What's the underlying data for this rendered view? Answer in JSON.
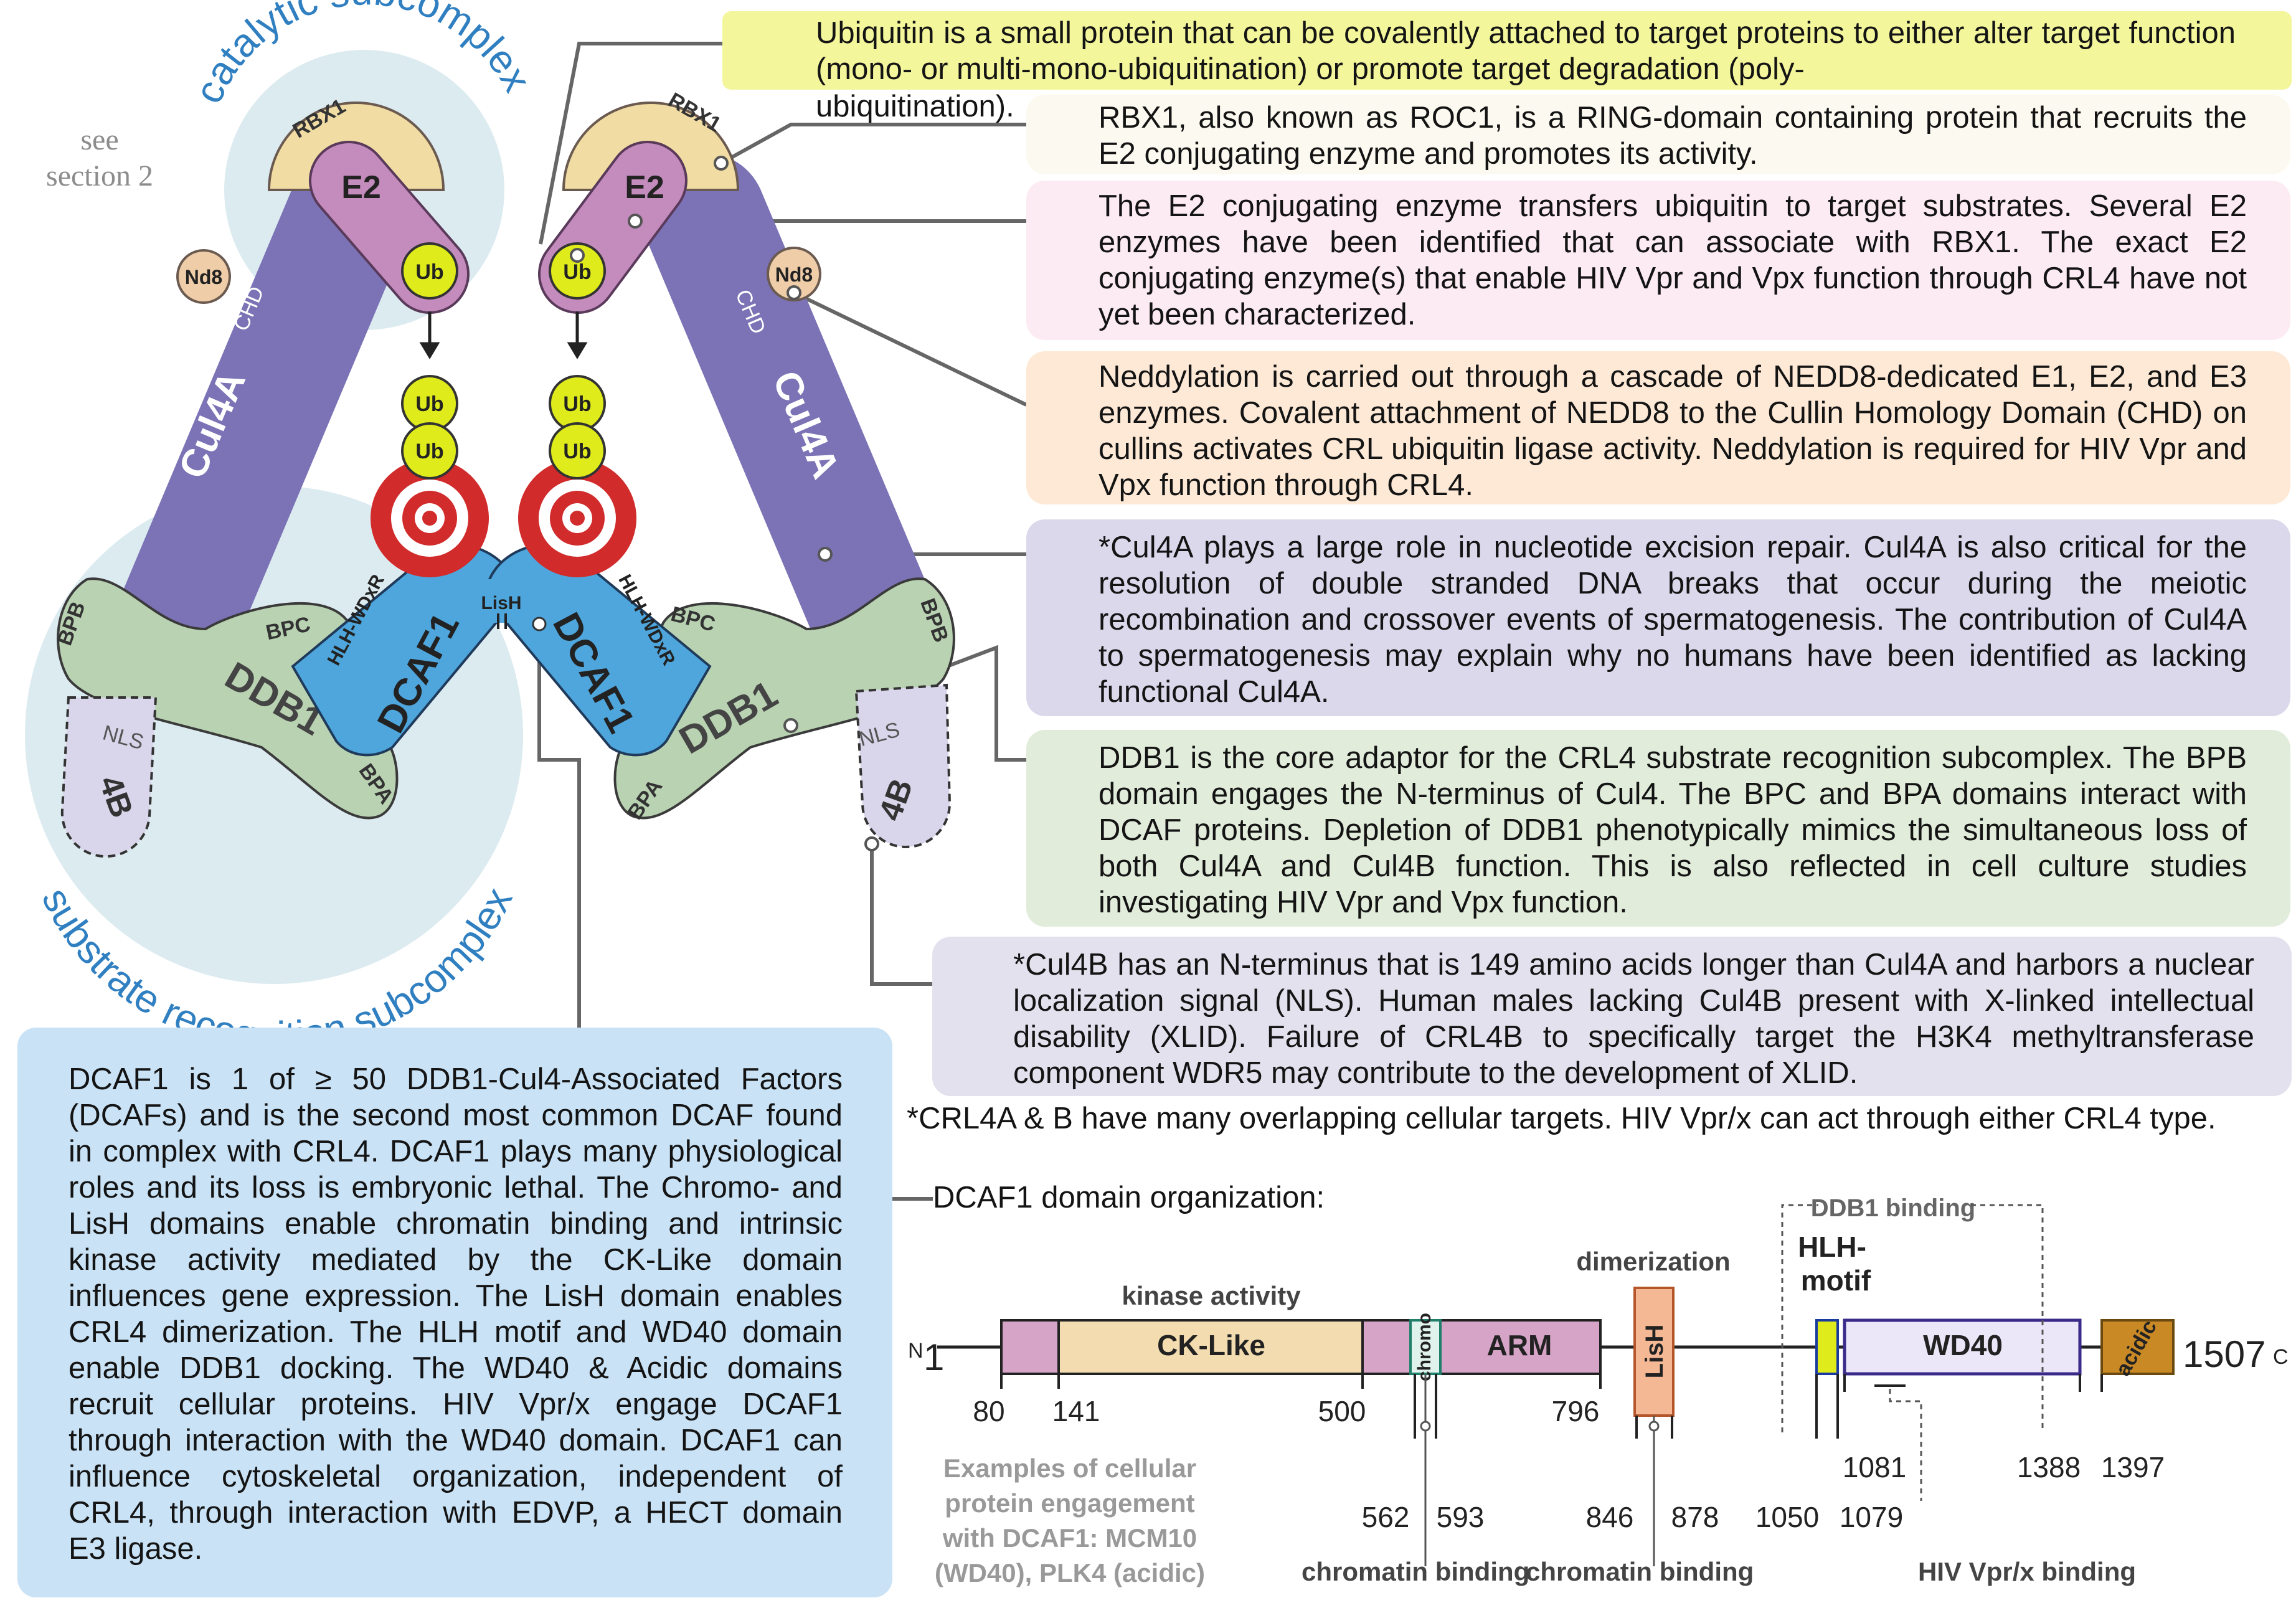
{
  "structure": {
    "catalytic_subcomplex": "catalytic subcomplex",
    "substrate_recognition_subcomplex": "substrate recognition subcomplex",
    "see_section": [
      "see",
      "section 2"
    ],
    "rbx1": "RBX1",
    "e2": "E2",
    "ub": "Ub",
    "nd8": "Nd8",
    "chd": "CHD",
    "cul4a": "Cul4A",
    "bpb": "BPB",
    "bpc": "BPC",
    "bpa": "BPA",
    "ddb1": "DDB1",
    "dcaf1": "DCAF1",
    "hlh_wdxr": "HLH-WDxR",
    "lish": "LisH",
    "nls": "NLS",
    "cul4b_short": "4B"
  },
  "boxes": {
    "ubiquitin": "Ubiquitin is a small protein that can be covalently attached to target proteins to either alter target function (mono- or multi-mono-ubiquitination) or promote target degradation (poly-",
    "ubiquitin_end": "ubiquitination).",
    "rbx1": "RBX1, also known as ROC1, is a RING-domain containing protein that recruits the E2 conjugating enzyme and promotes its activity.",
    "e2": "The E2 conjugating enzyme transfers ubiquitin to target substrates. Several E2 enzymes have been identified that can associate with RBX1. The exact E2 conjugating enzyme(s) that enable HIV Vpr and Vpx function through CRL4 have not yet been characterized.",
    "neddylation": "Neddylation is carried out through a cascade of NEDD8-dedicated E1, E2, and E3 enzymes. Covalent attachment of NEDD8 to the Cullin Homology Domain (CHD) on cullins activates CRL ubiquitin ligase activity. Neddylation is required for HIV Vpr and Vpx function through CRL4.",
    "cul4a": "*Cul4A plays a large role in nucleotide excision repair. Cul4A is also critical for the resolution of double stranded DNA breaks that occur during the meiotic recombination and crossover events of spermatogenesis. The contribution of Cul4A to spermatogenesis may explain why no humans have been identified as lacking functional Cul4A.",
    "ddb1": "DDB1 is the core adaptor for the CRL4 substrate recognition subcomplex. The BPB domain engages the N-terminus of Cul4. The BPC and BPA domains interact with DCAF proteins. Depletion of DDB1 phenotypically mimics the simultaneous loss of both Cul4A and Cul4B function. This is also reflected in cell culture studies investigating HIV Vpr and Vpx function.",
    "cul4b": "*Cul4B has an N-terminus that is 149 amino acids longer than Cul4A and harbors a nuclear localization signal (NLS). Human males lacking Cul4B present with X-linked intellectual disability (XLID). Failure of CRL4B to specifically target the H3K4 methyltransferase component WDR5 may contribute to the development of XLID.",
    "dcaf1": "DCAF1 is 1 of ≥ 50 DDB1-Cul4-Associated Factors (DCAFs) and is the second most common DCAF found in complex with CRL4. DCAF1 plays many physiological roles and its loss is embryonic lethal. The Chromo- and LisH domains enable chromatin binding and intrinsic kinase activity mediated by the CK-Like domain influences gene expression. The LisH domain enables CRL4 dimerization. The HLH motif and WD40 domain enable DDB1 docking. The WD40 & Acidic domains recruit cellular proteins. HIV Vpr/x engage DCAF1 through interaction with the WD40 domain. DCAF1 can influence cytoskeletal organization, independent of CRL4, through interaction with EDVP, a HECT domain E3 ligase."
  },
  "footnote": "*CRL4A & B have many overlapping cellular targets. HIV Vpr/x can act through either CRL4 type.",
  "domain_map": {
    "title": "DCAF1 domain organization:",
    "n_term": "N",
    "c_term": "C",
    "start": "1",
    "end": "1507",
    "domains": [
      {
        "name": "CK-Like",
        "color": "#f3ddb0"
      },
      {
        "name": "chromo",
        "color": "#dff2ec"
      },
      {
        "name": "ARM",
        "color": "#d6a4c7"
      },
      {
        "name": "LisH",
        "color": "#f5b894"
      },
      {
        "name": "WD40",
        "color": "#ece7f8"
      },
      {
        "name": "acidic",
        "color": "#c98a26"
      }
    ],
    "positions": [
      "80",
      "141",
      "500",
      "796",
      "562",
      "593",
      "846",
      "878",
      "1050",
      "1079",
      "1081",
      "1388",
      "1397"
    ],
    "labels": {
      "kinase": "kinase activity",
      "dimerization": "dimerization",
      "hlh": [
        "HLH-",
        "motif"
      ],
      "ddb1_binding": "DDB1 binding",
      "chromatin1": "chromatin binding",
      "chromatin2": "chromatin binding",
      "hiv": "HIV Vpr/x binding"
    },
    "examples": [
      "Examples of cellular",
      "protein engagement",
      "with DCAF1: MCM10",
      "(WD40), PLK4 (acidic)"
    ]
  },
  "colors": {
    "cul4a": "#7b73b5",
    "ddb1": "#b9d2b2",
    "dcaf1": "#4ea6dc",
    "e2": "#c48bbd",
    "rbx1": "#f1dca3",
    "ub": "#dfeb1a",
    "nd8": "#efcda8",
    "ring": "#d12b2b",
    "subcomplex_text": "#2f7fc1"
  }
}
